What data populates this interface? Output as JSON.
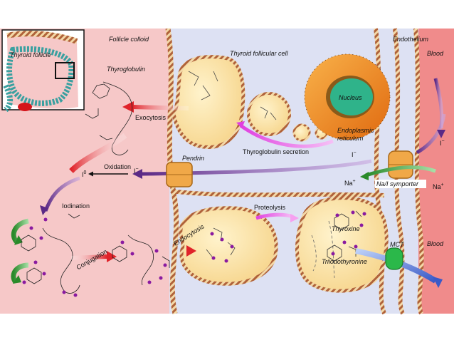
{
  "labels": {
    "follicle_colloid": "Follicle colloid",
    "thyroid_follicular_cell": "Thyroid follicular cell",
    "endothelium": "Endothelium",
    "blood_top": "Blood",
    "blood_bottom": "Blood",
    "thyroid_follicle": "Thyroid follicle",
    "thyroglobulin": "Thyroglobulin",
    "exocytosis": "Exocytosis",
    "nucleus": "Nucleus",
    "endoplasmic_reticulum_1": "Endoplasmic",
    "endoplasmic_reticulum_2": "reticulum",
    "thyroglobulin_secretion": "Thyroglobulin secretion",
    "pendrin": "Pendrin",
    "oxidation": "Oxidation",
    "i0": "I",
    "i0_sup": "0",
    "i_minus_left": "I",
    "i_minus_mid": "I",
    "i_minus_right": "I",
    "minus": "−",
    "na_left": "Na",
    "na_right": "Na",
    "plus": "+",
    "na_i_symporter": "Na/I symporter",
    "iodination": "Iodination",
    "conjugation": "Conjugation",
    "endocytosis": "Endocytosis",
    "proteolysis": "Proteolysis",
    "thyroxine": "Thyroxine",
    "triiodothyronine": "Triiodothyronine",
    "mct": "MCT"
  },
  "colors": {
    "colloid": "#f6c8c8",
    "cell": "#dde1f3",
    "blood": "#f08b8b",
    "vesicle": "#fce3a0",
    "nucleus": "#2fb38a",
    "nucleus_shell": "#f08a1a",
    "pendrin": "#f0a848",
    "mct": "#2bb84a",
    "arrow_red": "#e0232a",
    "arrow_purple": "#5b2a86",
    "arrow_magenta": "#e040e0",
    "arrow_green": "#2a8a2a",
    "arrow_blue": "#3a5ac8",
    "iodine_dot": "#8a1aa0"
  }
}
